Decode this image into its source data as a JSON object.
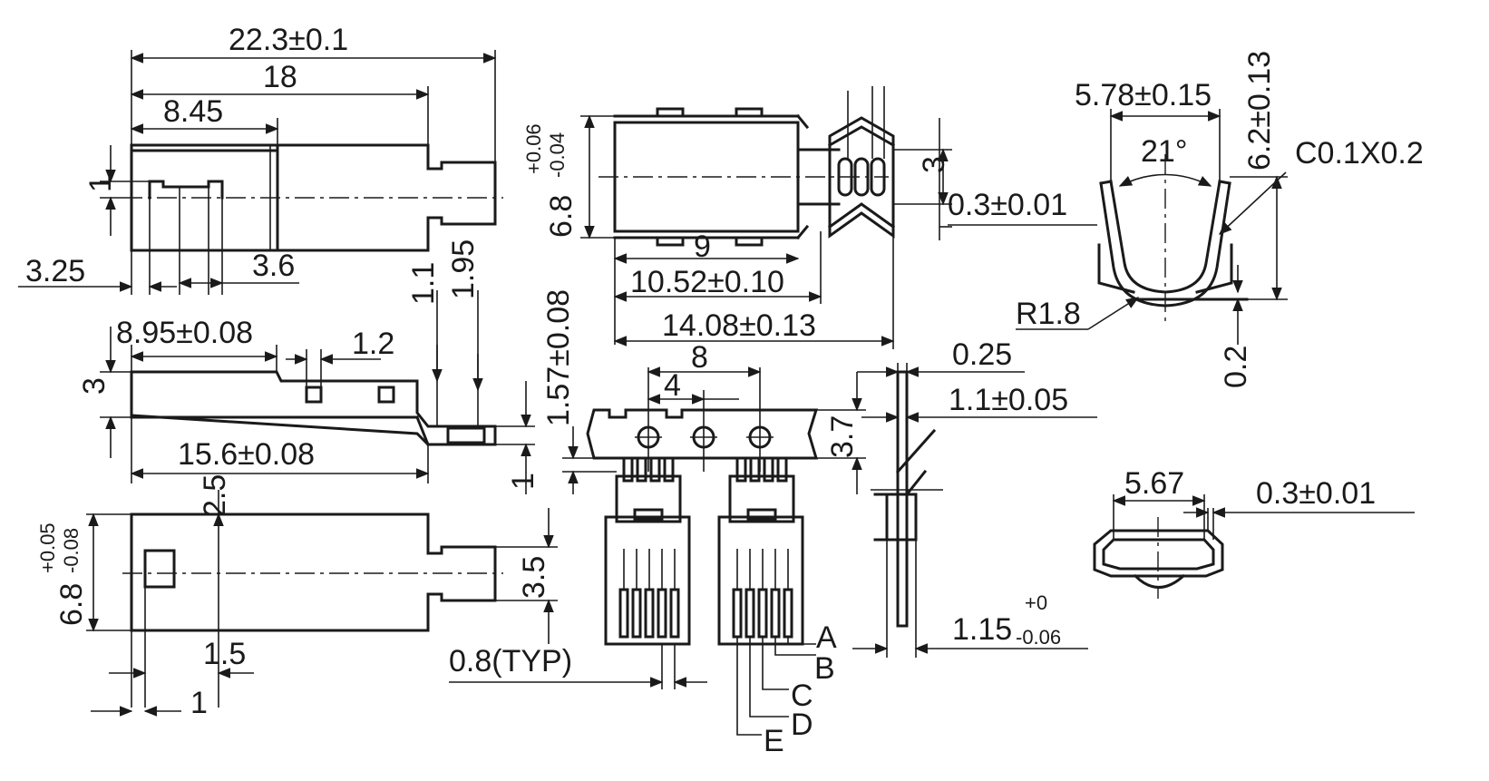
{
  "dims": {
    "overall_length": "22.3±0.1",
    "body_length": "18",
    "cutout_offset": "8.45",
    "tab_height_1": "1",
    "left_3_25": "3.25",
    "width_3_6": "3.6",
    "side_8_95": "8.95±0.08",
    "side_1_2": "1.2",
    "side_1_1": "1.1",
    "side_1_95": "1.95",
    "side_3": "3",
    "side_15_6": "15.6±0.08",
    "side_1": "1",
    "bottom_2_5": "2.5",
    "bottom_6_8": "6.8",
    "bottom_6_8_upper": "+0.05",
    "bottom_6_8_lower": "-0.08",
    "bottom_3_5": "3.5",
    "bottom_1_5": "1.5",
    "bottom_1": "1",
    "top_6_8": "6.8",
    "top_6_8_upper": "+0.06",
    "top_6_8_lower": "-0.04",
    "top_9": "9",
    "top_10_52": "10.52±0.10",
    "top_14_08": "14.08±0.13",
    "top_3": "3",
    "top_0_3": "0.3±0.01",
    "pcb_1_57": "1.57±0.08",
    "pcb_8": "8",
    "pcb_4": "4",
    "pcb_3_7": "3.7",
    "pcb_0_8_typ": "0.8(TYP)",
    "pin_a": "A",
    "pin_b": "B",
    "pin_c": "C",
    "pin_d": "D",
    "pin_e": "E",
    "edge_0_25": "0.25",
    "edge_1_1": "1.1±0.05",
    "edge_1_15": "1.15",
    "edge_1_15_upper": "+0",
    "edge_1_15_lower": "-0.06",
    "front_5_78": "5.78±0.15",
    "front_21": "21°",
    "front_6_2": "6.2±0.13",
    "front_c01": "C0.1X0.2",
    "front_r1_8": "R1.8",
    "front_0_2": "0.2",
    "small_5_67": "5.67",
    "small_0_3": "0.3±0.01"
  }
}
